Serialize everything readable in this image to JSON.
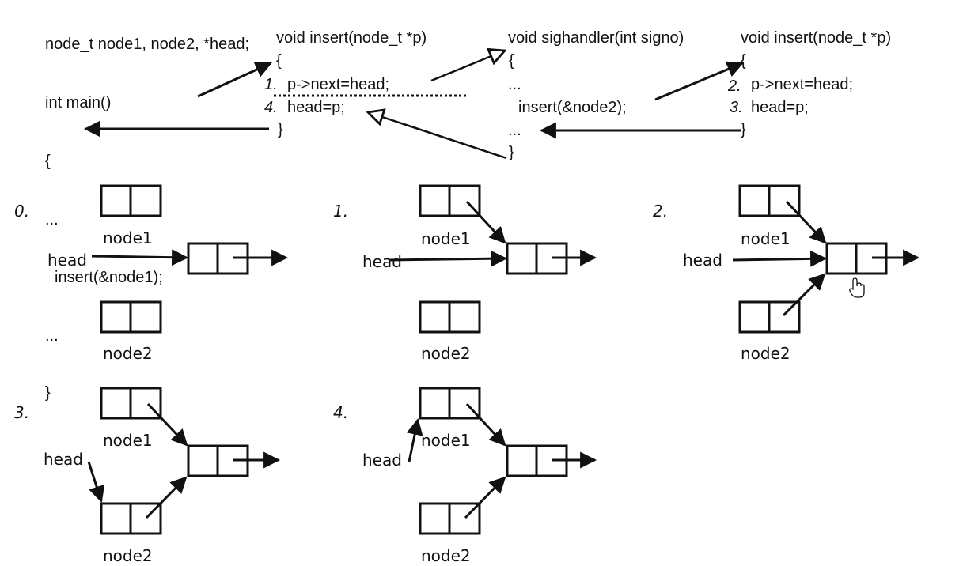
{
  "code": {
    "main": [
      "node_t node1, node2, *head;",
      "int main()",
      "{",
      "...",
      "insert(&node1);",
      "...",
      "}"
    ],
    "insert_a": {
      "signature": "void insert(node_t *p)",
      "open": "{",
      "l1_num": "1.",
      "l1": "p->next=head;",
      "l2_num": "4.",
      "l2": "head=p;",
      "close": "}"
    },
    "sighandler": {
      "signature": "void sighandler(int signo)",
      "open": "{",
      "dots1": "...",
      "call": "insert(&node2);",
      "dots2": "...",
      "close": "}"
    },
    "insert_b": {
      "signature": "void insert(node_t *p)",
      "open": "{",
      "l1_num": "2.",
      "l1": "p->next=head;",
      "l2_num": "3.",
      "l2": "head=p;",
      "close": "}"
    }
  },
  "diagrams": {
    "steps": [
      "0.",
      "1.",
      "2.",
      "3.",
      "4."
    ],
    "node1_label": "node1",
    "node2_label": "node2",
    "head_label": "head"
  },
  "colors": {
    "ink": "#111111",
    "background": "#ffffff"
  },
  "icons": [
    "hand-pointer-cursor-icon"
  ]
}
